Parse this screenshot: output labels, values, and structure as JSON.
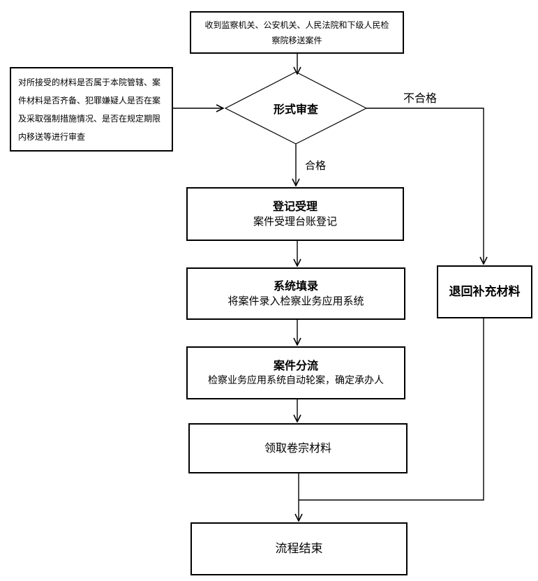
{
  "nodes": {
    "received": {
      "text": "收到监察机关、公安机关、人民法院和下级人民检察院移送案件"
    },
    "note": {
      "text": "对所接受的材料是否属于本院管辖、案件材料是否齐备、犯罪嫌疑人是否在案及采取强制措施情况、是否在规定期限内移送等进行审查"
    },
    "review": {
      "text": "形式审查"
    },
    "register": {
      "title": "登记受理",
      "subtitle": "案件受理台账登记"
    },
    "system": {
      "title": "系统填录",
      "subtitle": "将案件录入检察业务应用系统"
    },
    "assign": {
      "title": "案件分流",
      "subtitle": "检察业务应用系统自动轮案，确定承办人"
    },
    "materials": {
      "text": "领取卷宗材料"
    },
    "return": {
      "text": "退回补充材料"
    },
    "end": {
      "text": "流程结束"
    }
  },
  "edges": {
    "pass_label": "合格",
    "fail_label": "不合格"
  }
}
